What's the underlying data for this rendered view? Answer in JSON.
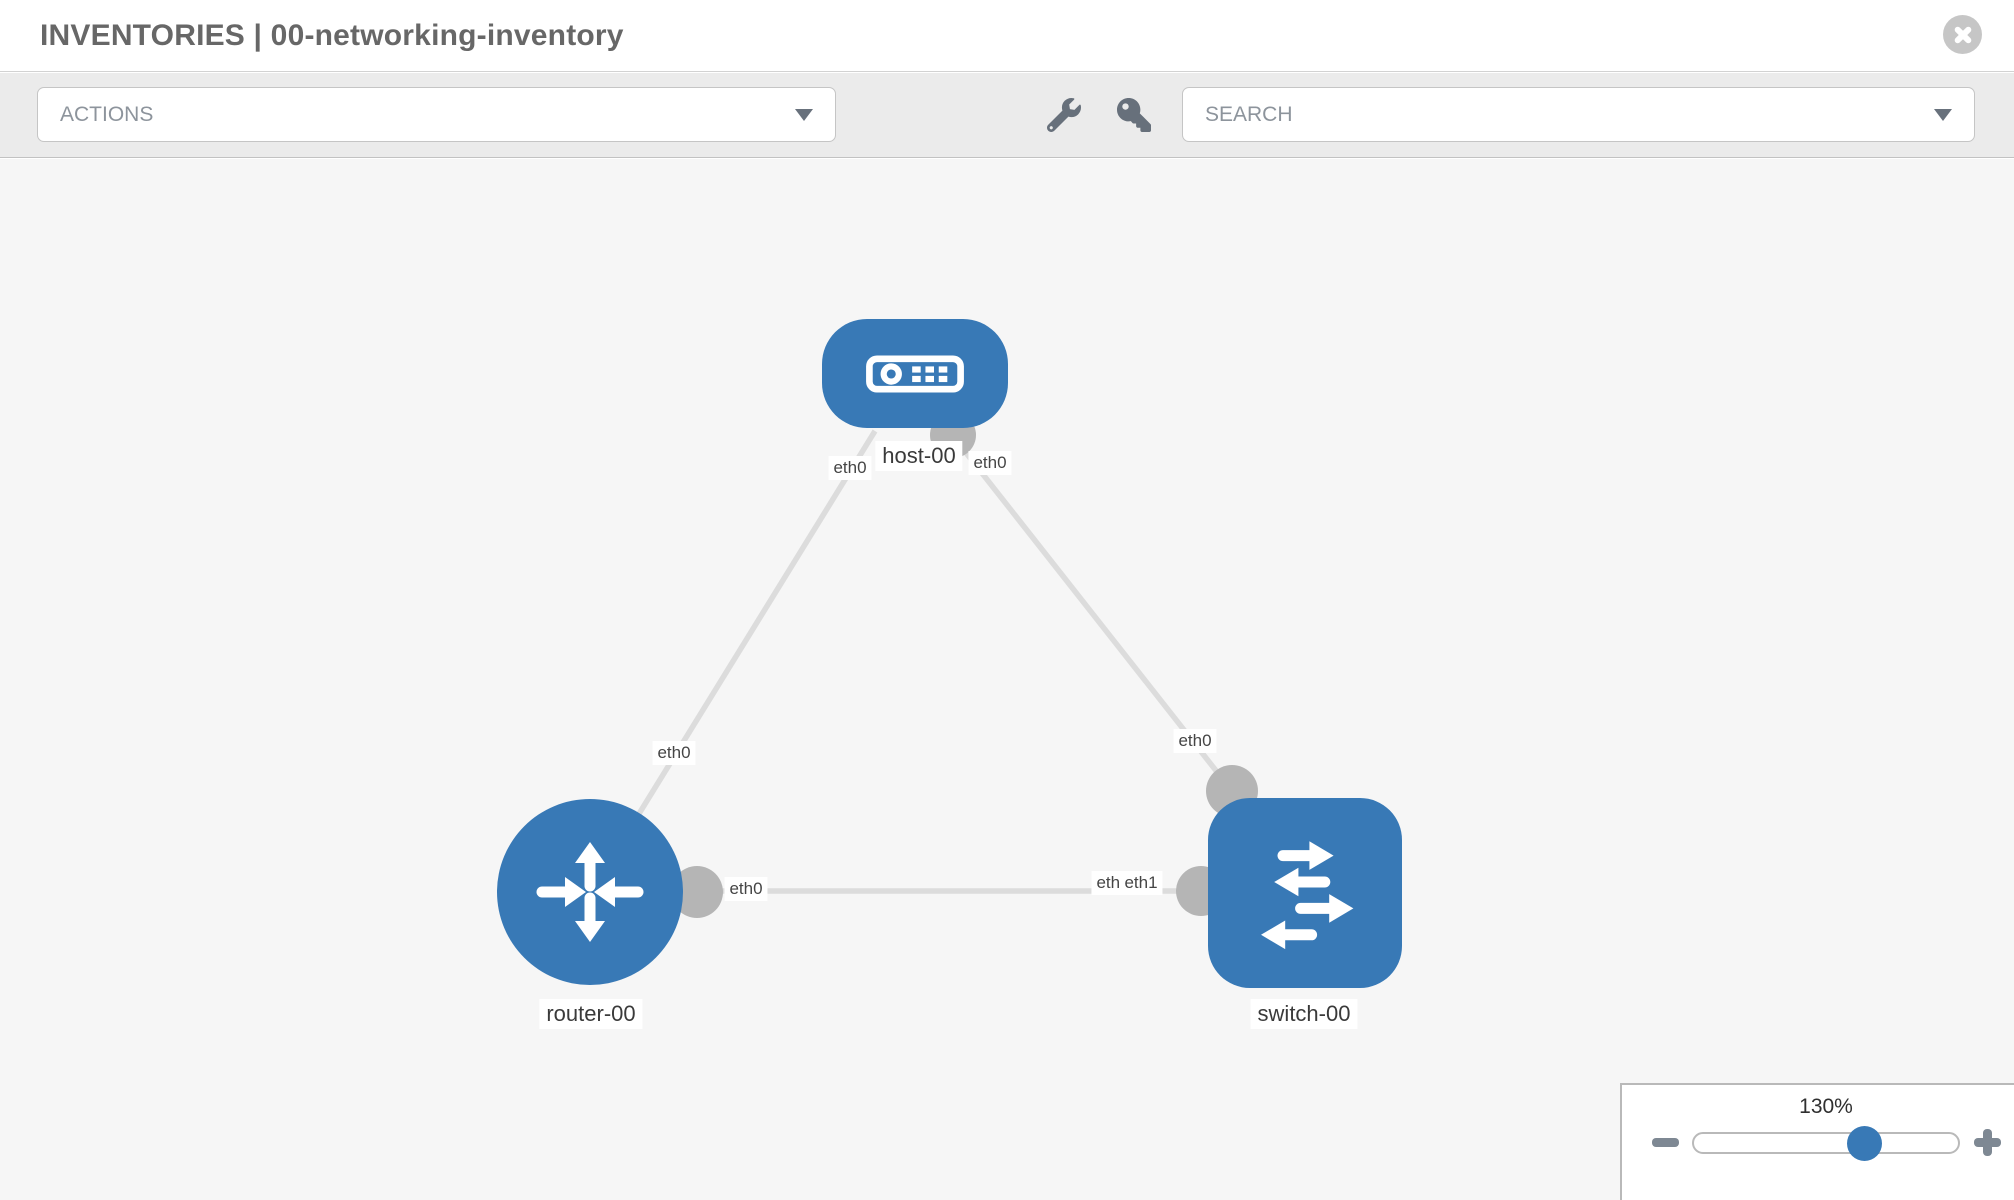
{
  "header": {
    "title": "INVENTORIES | 00-networking-inventory"
  },
  "toolbar": {
    "actions_label": "ACTIONS",
    "search_label": "SEARCH"
  },
  "icons": {
    "close": "x-circle-icon",
    "actions_caret": "chevron-down-icon",
    "search_caret": "chevron-down-icon",
    "wrench": "wrench-icon",
    "key": "key-icon",
    "minus": "minus-icon",
    "plus": "plus-icon"
  },
  "topology": {
    "nodes": [
      {
        "id": "host-00",
        "type": "host",
        "label": "host-00"
      },
      {
        "id": "router-00",
        "type": "router",
        "label": "router-00"
      },
      {
        "id": "switch-00",
        "type": "switch",
        "label": "switch-00"
      }
    ],
    "links": [
      {
        "from": "host-00",
        "from_interface": "eth0",
        "to": "router-00",
        "to_interface": "eth0"
      },
      {
        "from": "host-00",
        "from_interface": "eth0",
        "to": "switch-00",
        "to_interface": "eth0"
      },
      {
        "from": "router-00",
        "from_interface": "eth0",
        "to": "switch-00",
        "to_interface": "eth1"
      }
    ],
    "interface_labels": {
      "link1_host_end": "eth0",
      "link1_router_end": "eth0",
      "link2_host_end": "eth0",
      "link2_switch_end": "eth0",
      "link3_router_end": "eth0",
      "link3_switch_end_under": "eth0",
      "link3_switch_end_over": "eth1"
    }
  },
  "zoom_control": {
    "level": "130%"
  },
  "colors": {
    "node_blue": "#3879b6",
    "link_gray": "#dcdcdc",
    "connector_gray": "#b5b5b5",
    "canvas_bg": "#f6f6f6",
    "toolbar_bg": "#ebebeb"
  }
}
